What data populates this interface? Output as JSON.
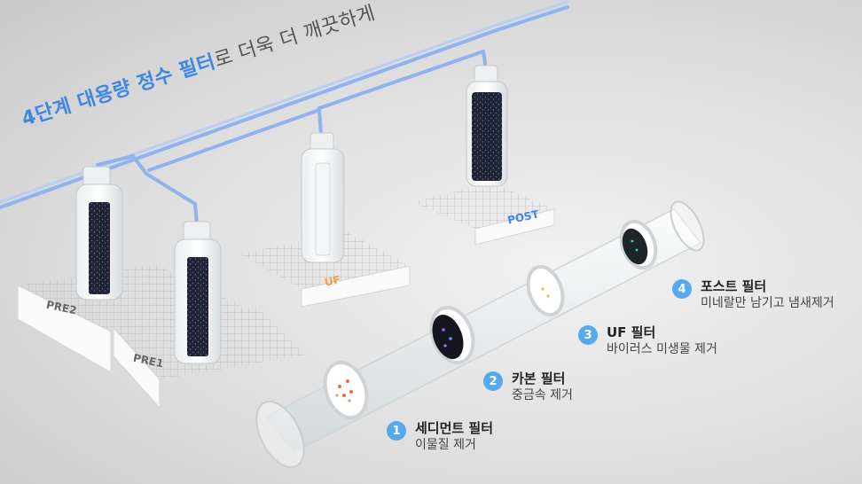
{
  "headline": {
    "strong": "4단계 대용량 정수 필터",
    "rest": "로 더욱 더 깨끗하게"
  },
  "filter_labels": {
    "pre2": "PRE2",
    "pre1": "PRE1",
    "uf": "UF",
    "post": "POST"
  },
  "steps": [
    {
      "num": "1",
      "title": "세디먼트 필터",
      "desc": "이물질 제거"
    },
    {
      "num": "2",
      "title": "카본 필터",
      "desc": "중금속 제거"
    },
    {
      "num": "3",
      "title": "UF 필터",
      "desc": "바이러스 미생물 제거"
    },
    {
      "num": "4",
      "title": "포스트 필터",
      "desc": "미네랄만 남기고 냄새제거"
    }
  ],
  "colors": {
    "accent_blue": "#3d86e6",
    "step_badge": "#55a9ec",
    "uf_label": "#e8a24a",
    "post_label": "#3d86e6",
    "pipe": "#8fb3ef"
  }
}
